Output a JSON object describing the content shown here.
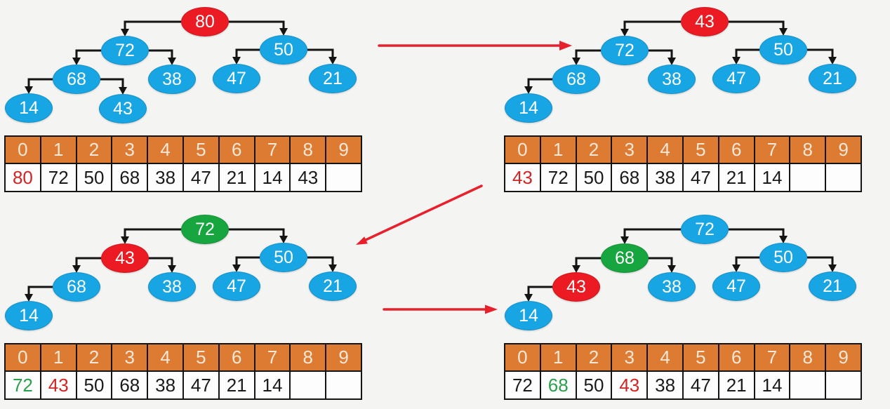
{
  "colors": {
    "background": "#f4f4f3",
    "node_blue": "#17a5e3",
    "node_red": "#ec1a23",
    "node_green": "#17a53f",
    "node_text": "#ffffff",
    "array_header_orange": "#de7b33",
    "array_header_text": "#f4e8d8",
    "cell_text_black": "#1a1a1a",
    "cell_text_red": "#d02525",
    "cell_text_green": "#2ba04c",
    "tree_connector_black": "#141414",
    "flow_arrow_red": "#e8202c"
  },
  "panels": [
    {
      "step": "1",
      "tree": {
        "nodes": [
          {
            "value": "80",
            "color": "red"
          },
          {
            "value": "72",
            "color": "blue"
          },
          {
            "value": "50",
            "color": "blue"
          },
          {
            "value": "68",
            "color": "blue"
          },
          {
            "value": "38",
            "color": "blue"
          },
          {
            "value": "47",
            "color": "blue"
          },
          {
            "value": "21",
            "color": "blue"
          },
          {
            "value": "14",
            "color": "blue"
          },
          {
            "value": "43",
            "color": "blue"
          }
        ]
      },
      "array": {
        "indices": [
          "0",
          "1",
          "2",
          "3",
          "4",
          "5",
          "6",
          "7",
          "8",
          "9"
        ],
        "cells": [
          {
            "value": "80",
            "color": "red"
          },
          {
            "value": "72",
            "color": "black"
          },
          {
            "value": "50",
            "color": "black"
          },
          {
            "value": "68",
            "color": "black"
          },
          {
            "value": "38",
            "color": "black"
          },
          {
            "value": "47",
            "color": "black"
          },
          {
            "value": "21",
            "color": "black"
          },
          {
            "value": "14",
            "color": "black"
          },
          {
            "value": "43",
            "color": "black"
          },
          {
            "value": "",
            "color": "black"
          }
        ]
      }
    },
    {
      "step": "2",
      "tree": {
        "nodes": [
          {
            "value": "43",
            "color": "red"
          },
          {
            "value": "72",
            "color": "blue"
          },
          {
            "value": "50",
            "color": "blue"
          },
          {
            "value": "68",
            "color": "blue"
          },
          {
            "value": "38",
            "color": "blue"
          },
          {
            "value": "47",
            "color": "blue"
          },
          {
            "value": "21",
            "color": "blue"
          },
          {
            "value": "14",
            "color": "blue"
          }
        ]
      },
      "array": {
        "indices": [
          "0",
          "1",
          "2",
          "3",
          "4",
          "5",
          "6",
          "7",
          "8",
          "9"
        ],
        "cells": [
          {
            "value": "43",
            "color": "red"
          },
          {
            "value": "72",
            "color": "black"
          },
          {
            "value": "50",
            "color": "black"
          },
          {
            "value": "68",
            "color": "black"
          },
          {
            "value": "38",
            "color": "black"
          },
          {
            "value": "47",
            "color": "black"
          },
          {
            "value": "21",
            "color": "black"
          },
          {
            "value": "14",
            "color": "black"
          },
          {
            "value": "",
            "color": "black"
          },
          {
            "value": "",
            "color": "black"
          }
        ]
      }
    },
    {
      "step": "3",
      "tree": {
        "nodes": [
          {
            "value": "72",
            "color": "green"
          },
          {
            "value": "43",
            "color": "red"
          },
          {
            "value": "50",
            "color": "blue"
          },
          {
            "value": "68",
            "color": "blue"
          },
          {
            "value": "38",
            "color": "blue"
          },
          {
            "value": "47",
            "color": "blue"
          },
          {
            "value": "21",
            "color": "blue"
          },
          {
            "value": "14",
            "color": "blue"
          }
        ]
      },
      "array": {
        "indices": [
          "0",
          "1",
          "2",
          "3",
          "4",
          "5",
          "6",
          "7",
          "8",
          "9"
        ],
        "cells": [
          {
            "value": "72",
            "color": "green"
          },
          {
            "value": "43",
            "color": "red"
          },
          {
            "value": "50",
            "color": "black"
          },
          {
            "value": "68",
            "color": "black"
          },
          {
            "value": "38",
            "color": "black"
          },
          {
            "value": "47",
            "color": "black"
          },
          {
            "value": "21",
            "color": "black"
          },
          {
            "value": "14",
            "color": "black"
          },
          {
            "value": "",
            "color": "black"
          },
          {
            "value": "",
            "color": "black"
          }
        ]
      }
    },
    {
      "step": "4",
      "tree": {
        "nodes": [
          {
            "value": "72",
            "color": "blue"
          },
          {
            "value": "68",
            "color": "green"
          },
          {
            "value": "50",
            "color": "blue"
          },
          {
            "value": "43",
            "color": "red"
          },
          {
            "value": "38",
            "color": "blue"
          },
          {
            "value": "47",
            "color": "blue"
          },
          {
            "value": "21",
            "color": "blue"
          },
          {
            "value": "14",
            "color": "blue"
          }
        ]
      },
      "array": {
        "indices": [
          "0",
          "1",
          "2",
          "3",
          "4",
          "5",
          "6",
          "7",
          "8",
          "9"
        ],
        "cells": [
          {
            "value": "72",
            "color": "black"
          },
          {
            "value": "68",
            "color": "green"
          },
          {
            "value": "50",
            "color": "black"
          },
          {
            "value": "43",
            "color": "red"
          },
          {
            "value": "38",
            "color": "black"
          },
          {
            "value": "47",
            "color": "black"
          },
          {
            "value": "21",
            "color": "black"
          },
          {
            "value": "14",
            "color": "black"
          },
          {
            "value": "",
            "color": "black"
          },
          {
            "value": "",
            "color": "black"
          }
        ]
      }
    }
  ],
  "flow_arrows": [
    {
      "name": "arrow-step1-to-step2",
      "direction": "right"
    },
    {
      "name": "arrow-step2-to-step3",
      "direction": "down-left"
    },
    {
      "name": "arrow-step3-to-step4",
      "direction": "right"
    }
  ]
}
